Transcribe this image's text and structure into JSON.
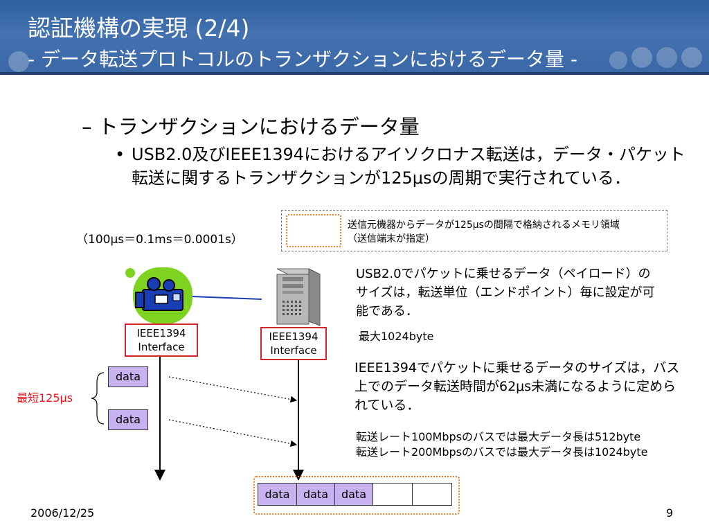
{
  "header": {
    "title": "認証機構の実現 (2/4)",
    "subtitle": "- データ転送プロトコルのトランザクションにおけるデータ量 -"
  },
  "body": {
    "sub_heading": "– トランザクションにおけるデータ量",
    "bullet_marker": "•",
    "bullet_text": "USB2.0及びIEEE1394におけるアイソクロナス転送は，データ・パケット転送に関するトランザクションが125μsの周期で実行されている．",
    "period_note": "（100μs＝0.1ms＝0.0001s）"
  },
  "legend": {
    "line1": "送信元機器からデータが125μsの間隔で格納されるメモリ領域",
    "line2": "（送信端末が指定）"
  },
  "devices": {
    "left_interface": [
      "IEEE1394",
      "Interface"
    ],
    "right_interface": [
      "IEEE1394",
      "Interface"
    ]
  },
  "usb": {
    "description": "USB2.0でパケットに乗せるデータ（ペイロード）のサイズは，転送単位（エンドポイント）毎に設定が可能である．",
    "max": "最大1024byte"
  },
  "ieee": {
    "description": "IEEE1394でパケットに乗せるデータのサイズは，バス上でのデータ転送時間が62μs未満になるように定められている．",
    "rate1": "転送レート100Mbpsのバスでは最大データ長は512byte",
    "rate2": "転送レート200Mbpsのバスでは最大データ長は1024byte"
  },
  "timeline": {
    "min_period": "最短125μs",
    "packets": [
      "data",
      "data"
    ]
  },
  "memory": {
    "cells": [
      "data",
      "data",
      "data",
      "",
      ""
    ]
  },
  "footer": {
    "date": "2006/12/25",
    "page": "9"
  },
  "colors": {
    "header": "#3a67a6",
    "packet": "#c7b1ef",
    "interface_border": "#d0262a",
    "highlight_dotted": "#ee7d2a",
    "min_period_text": "#e8141c",
    "camera_icon_bg": "#7ed321"
  }
}
